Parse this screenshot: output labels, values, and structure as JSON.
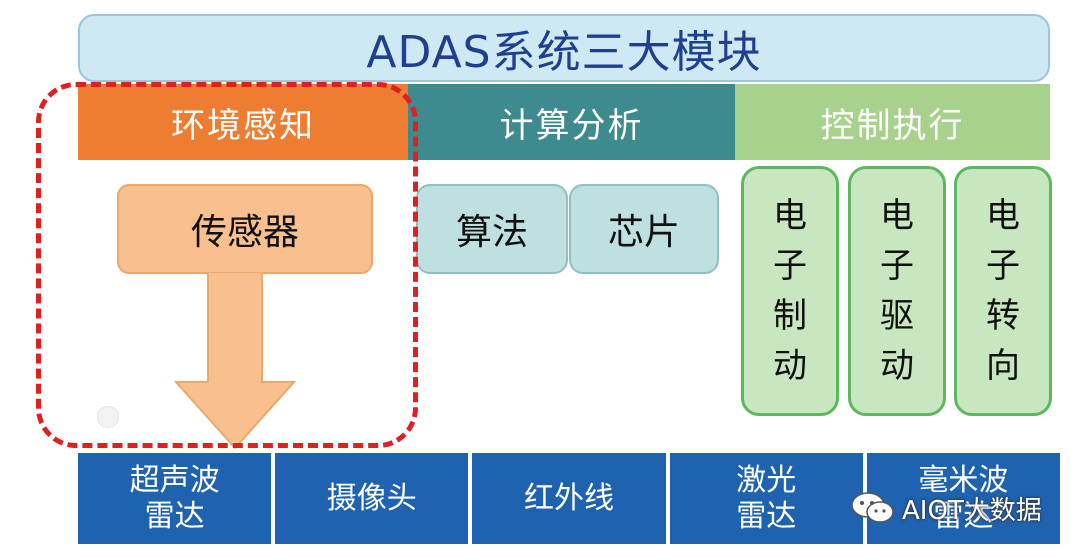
{
  "title": "ADAS系统三大模块",
  "modules": {
    "sense": {
      "label": "环境感知",
      "color": "#ed7d31"
    },
    "compute": {
      "label": "计算分析",
      "color": "#3e8b8f"
    },
    "control": {
      "label": "控制执行",
      "color": "#a9d18e"
    }
  },
  "sensor_box": "传感器",
  "compute_items": [
    "算法",
    "芯片"
  ],
  "control_items": [
    [
      "电",
      "子",
      "制",
      "动"
    ],
    [
      "电",
      "子",
      "驱",
      "动"
    ],
    [
      "电",
      "子",
      "转",
      "向"
    ]
  ],
  "sensors": [
    [
      "超声波",
      "雷达"
    ],
    [
      "摄像头"
    ],
    [
      "红外线"
    ],
    [
      "激光",
      "雷达"
    ],
    [
      "毫米波",
      "雷达"
    ]
  ],
  "watermark": "AIOT大数据",
  "colors": {
    "title_bg": "#cfe9f4",
    "sensor_row": "#1f63b0",
    "highlight_frame": "#e02020",
    "arrow": "#f8c08e"
  }
}
